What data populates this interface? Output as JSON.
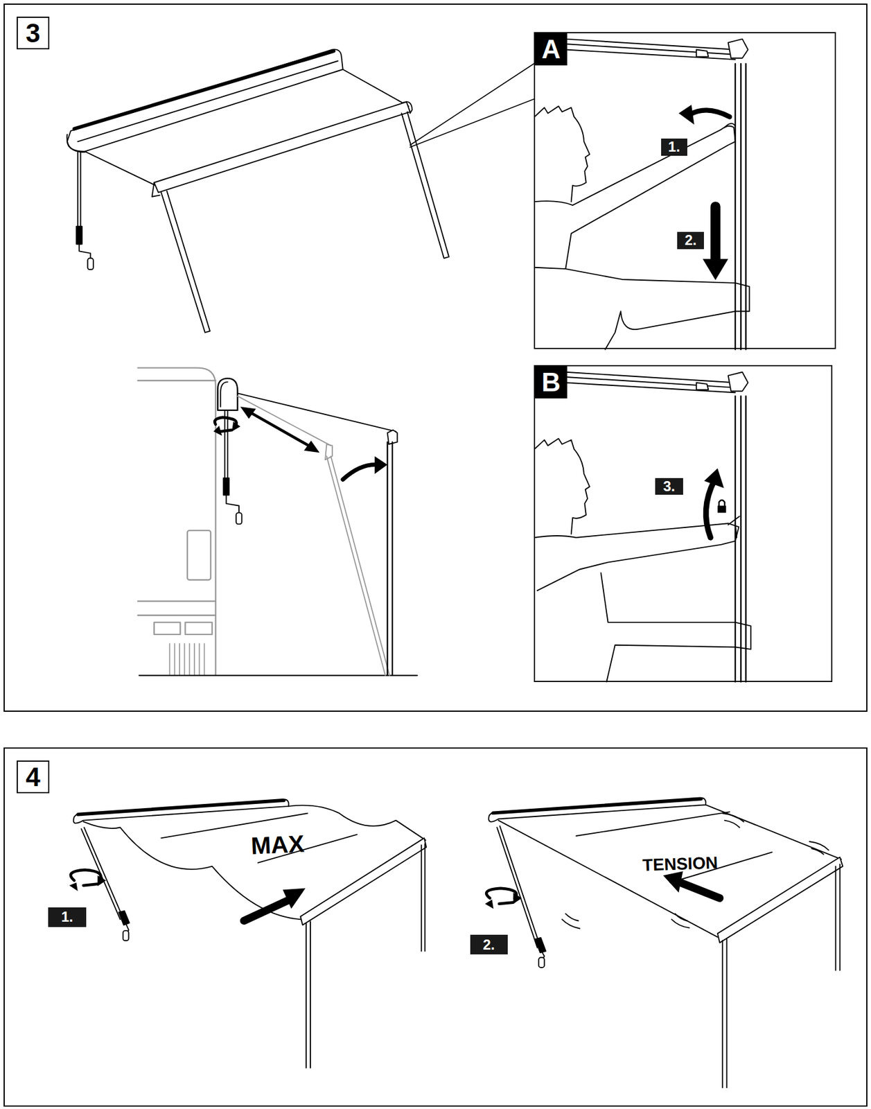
{
  "diagram": {
    "nodes": [
      {
        "text": [
          "3"
        ]
      },
      {
        "text": [
          "A"
        ],
        "in": 0
      },
      {
        "text": [
          "1."
        ],
        "in": 1
      },
      {
        "text": [
          "2."
        ],
        "in": 1
      },
      {
        "text": [
          "B"
        ],
        "in": 0
      },
      {
        "text": [
          "3."
        ],
        "in": 4
      },
      {
        "text": [
          "4"
        ]
      },
      {
        "text": [
          "1."
        ],
        "in": 6
      },
      {
        "text": [
          "2."
        ],
        "in": 6
      }
    ],
    "labels": [
      "MAX",
      "TENSION"
    ]
  }
}
